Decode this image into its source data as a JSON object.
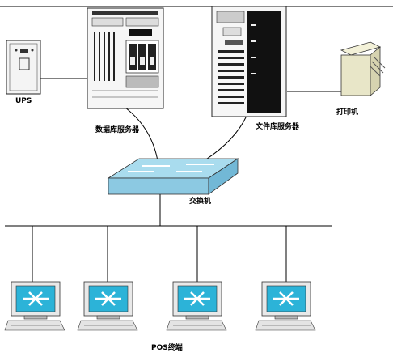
{
  "labels": {
    "ups": "UPS",
    "db_server": "数据库服务器",
    "file_server": "文件库服务器",
    "printer": "打印机",
    "switch": "交换机",
    "pos": "POS终端"
  },
  "terminals": [
    "pos-terminal-1",
    "pos-terminal-2",
    "pos-terminal-3",
    "pos-terminal-4"
  ],
  "colors": {
    "line": "#000000",
    "switch_top": "#9fd6ea",
    "switch_front": "#8cc9e2",
    "screen": "#2cb3d8",
    "device": "#efefef",
    "printer": "#e8e6c8"
  }
}
